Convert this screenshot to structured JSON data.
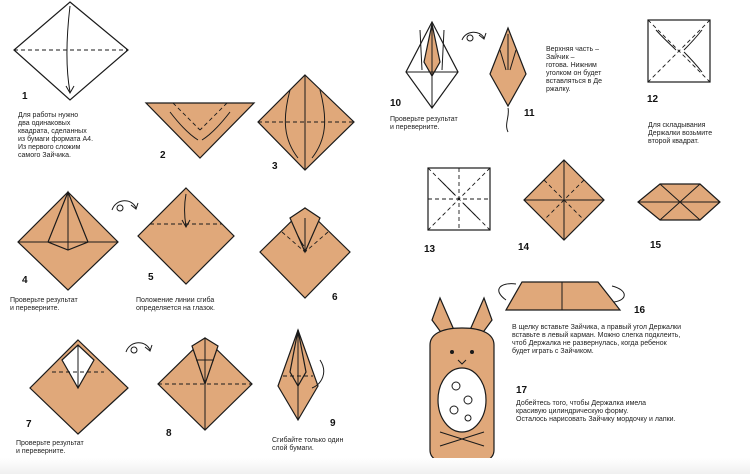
{
  "steps": {
    "s1": "1",
    "s2": "2",
    "s3": "3",
    "s4": "4",
    "s5": "5",
    "s6": "6",
    "s7": "7",
    "s8": "8",
    "s9": "9",
    "s10": "10",
    "s11": "11",
    "s12": "12",
    "s13": "13",
    "s14": "14",
    "s15": "15",
    "s16": "16",
    "s17": "17"
  },
  "notes": {
    "n1": "Для работы нужно\nдва одинаковых\nквадрата, сделанных\nиз бумаги формата А4.\nИз первого сложим\nсамого Зайчика.",
    "n4": "Проверьте результат\nи переверните.",
    "n5": "Положение линии сгиба\nопределяется на глазок.",
    "n7": "Проверьте результат\nи переверните.",
    "n9": "Сгибайте только один\nслой бумаги.",
    "n10": "Проверьте результат\nи переверните.",
    "n11": "Верхняя часть –\nЗайчик –\nготова. Нижним\nуголком он будет\nвставляться в Де\nржалку.",
    "n12": "Для складывания\nДержалки возьмите\nвторой квадрат.",
    "n16": "В щелку вставьте Зайчика, а правый угол Держалки\nвставьте в левый карман. Можно слегка подклеить,\nчтоб Держалка не развернулась, когда ребенок\nбудет играть с Зайчиком.",
    "n17": "Добейтесь того, чтобы Держалка имела\nкрасивую цилиндрическую форму.\nОсталось нарисовать Зайчику мордочку и лапки."
  },
  "colors": {
    "paper": "#e0a87a",
    "outline": "#1a1a1a",
    "background": "#ffffff"
  },
  "icons": [
    "turn-over-arrow-icon"
  ]
}
